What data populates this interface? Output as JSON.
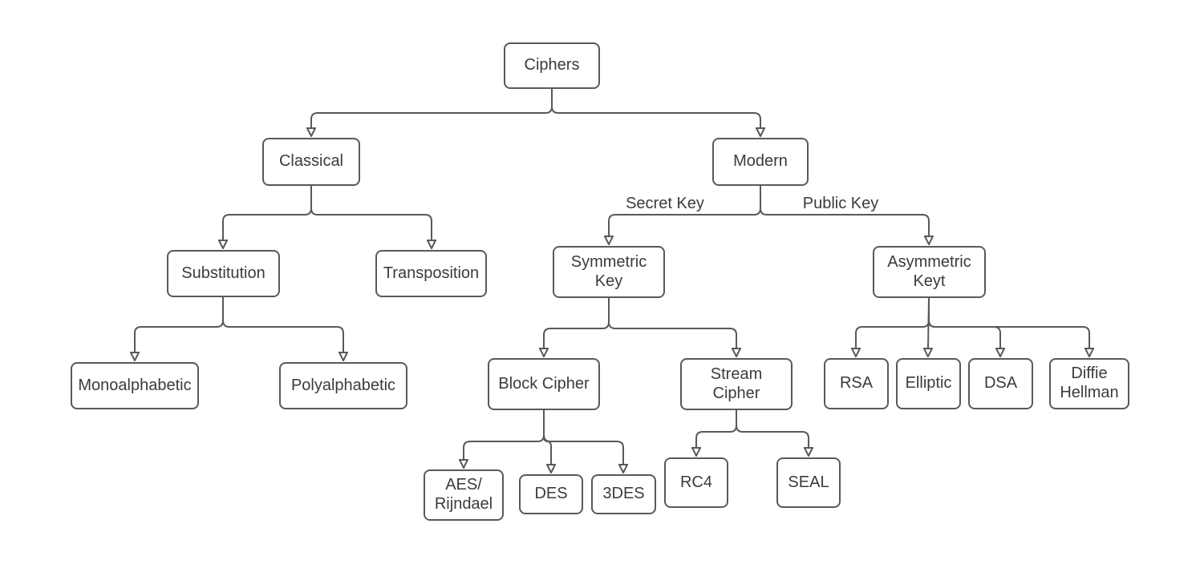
{
  "diagram": {
    "type": "tree",
    "colors": {
      "node_border": "#595959",
      "node_fill": "#ffffff",
      "connector": "#595959",
      "text": "#3b3b3b",
      "background": "#ffffff"
    },
    "nodes": {
      "ciphers": {
        "label": "Ciphers"
      },
      "classical": {
        "label": "Classical"
      },
      "modern": {
        "label": "Modern"
      },
      "substitution": {
        "label": "Substitution"
      },
      "transposition": {
        "label": "Transposition"
      },
      "symmetric": {
        "label": "Symmetric\nKey"
      },
      "asymmetric": {
        "label": "Asymmetric\nKeyt"
      },
      "monoalphabetic": {
        "label": "Monoalphabetic"
      },
      "polyalphabetic": {
        "label": "Polyalphabetic"
      },
      "block_cipher": {
        "label": "Block Cipher"
      },
      "stream_cipher": {
        "label": "Stream\nCipher"
      },
      "rsa": {
        "label": "RSA"
      },
      "elliptic": {
        "label": "Elliptic"
      },
      "dsa": {
        "label": "DSA"
      },
      "diffie_hellman": {
        "label": "Diffie\nHellman"
      },
      "aes_rijndael": {
        "label": "AES/\nRijndael"
      },
      "des": {
        "label": "DES"
      },
      "3des": {
        "label": "3DES"
      },
      "rc4": {
        "label": "RC4"
      },
      "seal": {
        "label": "SEAL"
      }
    },
    "edge_labels": {
      "secret_key": "Secret Key",
      "public_key": "Public Key"
    },
    "edges": [
      {
        "from": "ciphers",
        "to": "classical"
      },
      {
        "from": "ciphers",
        "to": "modern"
      },
      {
        "from": "classical",
        "to": "substitution"
      },
      {
        "from": "classical",
        "to": "transposition"
      },
      {
        "from": "modern",
        "to": "symmetric",
        "label": "Secret Key"
      },
      {
        "from": "modern",
        "to": "asymmetric",
        "label": "Public Key"
      },
      {
        "from": "substitution",
        "to": "monoalphabetic"
      },
      {
        "from": "substitution",
        "to": "polyalphabetic"
      },
      {
        "from": "symmetric",
        "to": "block_cipher"
      },
      {
        "from": "symmetric",
        "to": "stream_cipher"
      },
      {
        "from": "asymmetric",
        "to": "rsa"
      },
      {
        "from": "asymmetric",
        "to": "elliptic"
      },
      {
        "from": "asymmetric",
        "to": "dsa"
      },
      {
        "from": "asymmetric",
        "to": "diffie_hellman"
      },
      {
        "from": "block_cipher",
        "to": "aes_rijndael"
      },
      {
        "from": "block_cipher",
        "to": "des"
      },
      {
        "from": "block_cipher",
        "to": "3des"
      },
      {
        "from": "stream_cipher",
        "to": "rc4"
      },
      {
        "from": "stream_cipher",
        "to": "seal"
      }
    ]
  }
}
